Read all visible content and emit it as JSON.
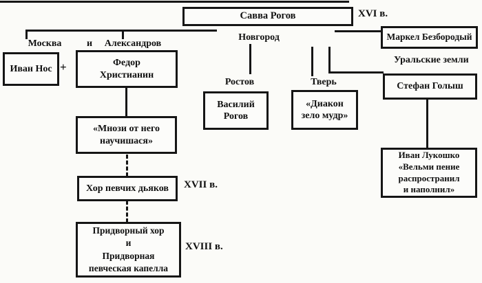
{
  "diagram": {
    "boxes": {
      "savva": "Савва Рогов",
      "ivan_nos": "Иван Нос",
      "fedor": "Федор\nХристианин",
      "mnozi": "«Мнози от него\nнаучишася»",
      "khor": "Хор певчих дьяков",
      "pridvorny": "Придворный хор\nи\nПридворная\nпевческая капелла",
      "vasily": "Василий\nРогов",
      "deacon": "«Диакон\nзело мудр»",
      "markel": "Маркел Безбородый",
      "stefan": "Стефан Голыш",
      "lukoshko": "Иван Лукошко\n«Вельми пение\nраспространил\nи наполнил»"
    },
    "labels": {
      "moscow": "Москва",
      "conj": "и",
      "plus": "+",
      "alexandrov": "Александров",
      "novgorod": "Новгород",
      "rostov": "Ростов",
      "tver": "Тверь",
      "ural": "Уральские земли"
    },
    "eras": {
      "xvi": "XVI в.",
      "xvii": "XVII в.",
      "xviii": "XVIII в."
    },
    "colors": {
      "ink": "#151515",
      "paper": "#fbfbf8"
    }
  }
}
